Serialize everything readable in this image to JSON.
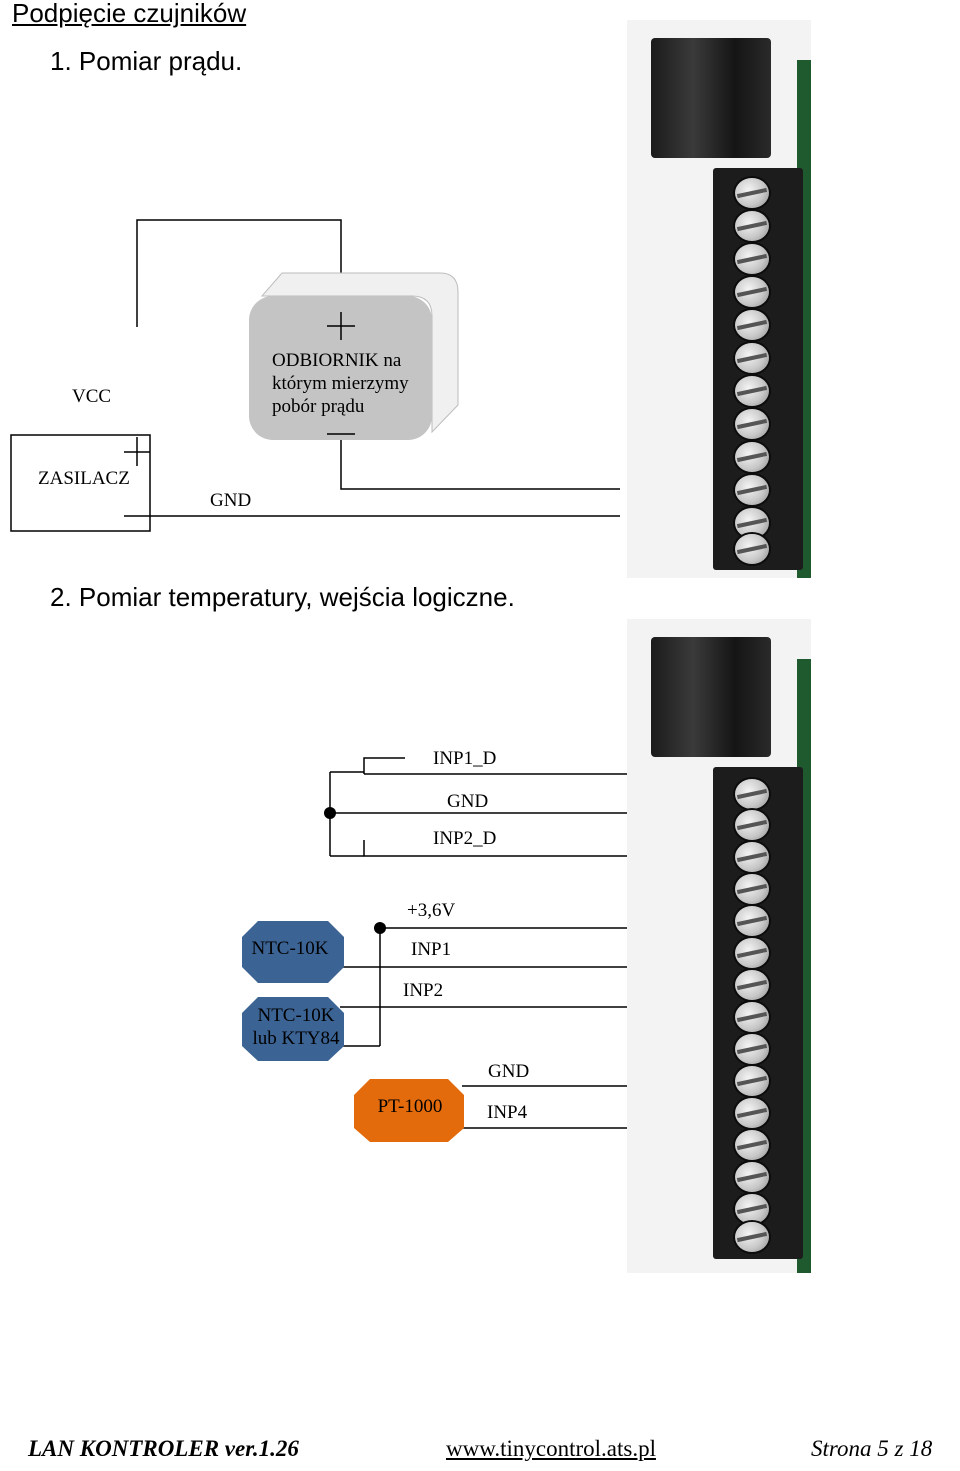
{
  "page": {
    "heading": "Podpięcie czujników",
    "section1": "1.  Pomiar prądu.",
    "section2": "2.  Pomiar temperatury,  wejścia logiczne."
  },
  "diagram1": {
    "vcc": "VCC",
    "supply": "ZASILACZ",
    "gnd": "GND",
    "load_line1": "ODBIORNIK na",
    "load_line2": "którym mierzymy",
    "load_line3": "pobór prądu",
    "load_color": "#c4c4c4"
  },
  "diagram2": {
    "inp1_d": "INP1_D",
    "gnd_top": "GND",
    "inp2_d": "INP2_D",
    "v36": "+3,6V",
    "inp1": "INP1",
    "inp2": "INP2",
    "gnd_bottom": "GND",
    "inp4": "INP4",
    "sensor1": "NTC-10K",
    "sensor2_line1": "NTC-10K",
    "sensor2_line2": "lub KTY84",
    "sensor3": "PT-1000",
    "ntc_color": "#3b6394",
    "pt_color": "#e46b0c"
  },
  "footer": {
    "left": "LAN KONTROLER  ver.1.26",
    "center": "www.tinycontrol.ats.pl",
    "right": "Strona 5 z 18"
  }
}
